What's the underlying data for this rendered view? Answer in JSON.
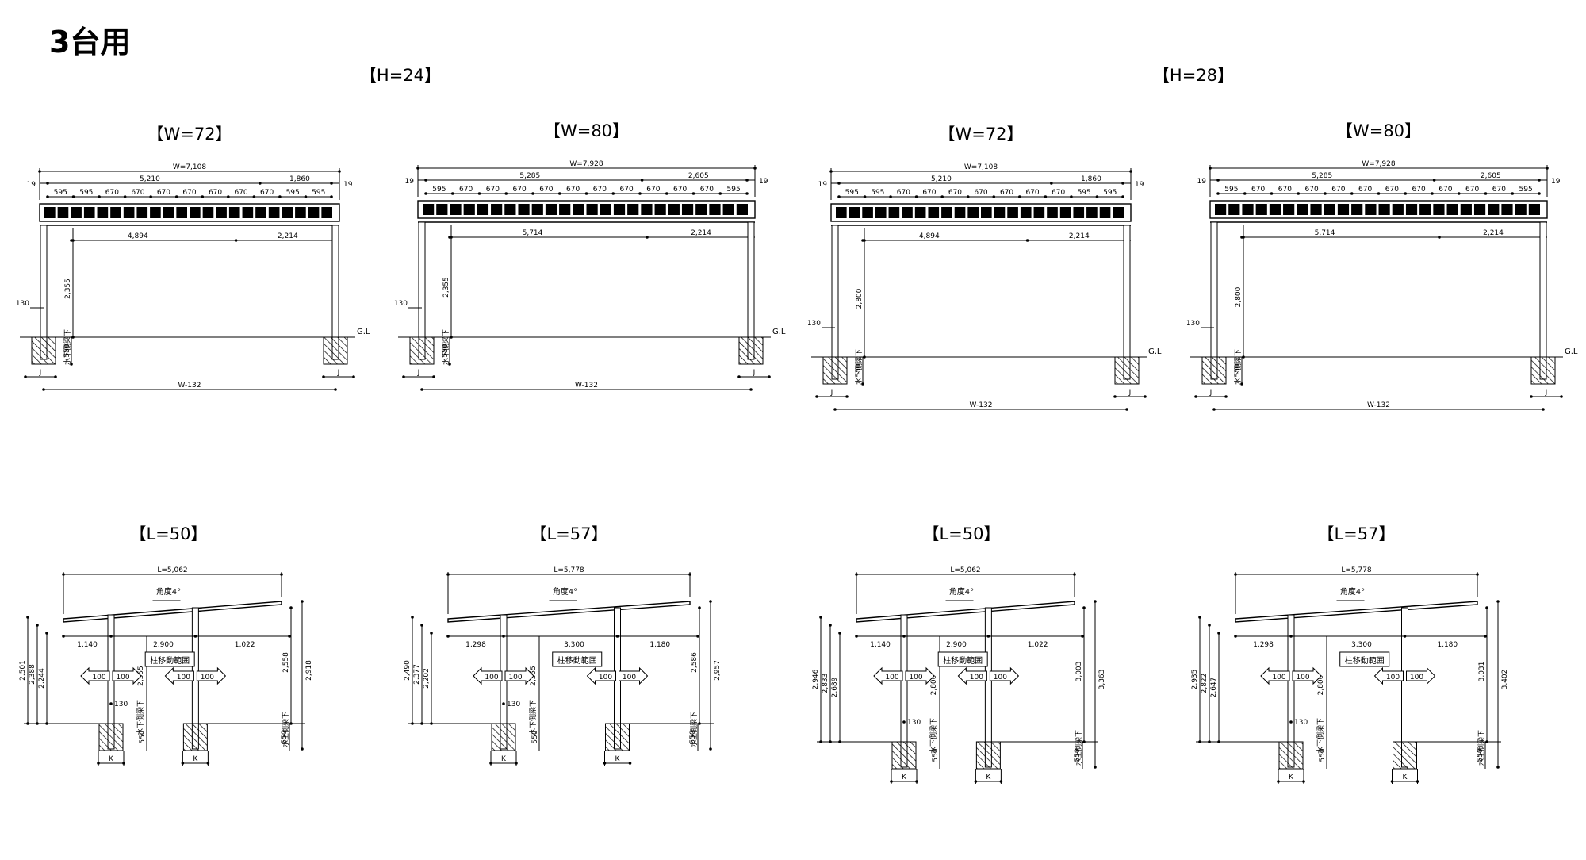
{
  "title": "3台用",
  "groups": [
    "【H=24】",
    "【H=28】"
  ],
  "front_views": [
    {
      "label": "【W=72】",
      "total": "W=7,108",
      "seg_left": "5,210",
      "seg_right": "1,860",
      "end": "19",
      "spacing": [
        "595",
        "595",
        "670",
        "670",
        "670",
        "670",
        "670",
        "670",
        "670",
        "595",
        "595"
      ],
      "beam_left": "4,894",
      "beam_right": "2,214",
      "height": "2,355",
      "side_text": "水下側梁下",
      "pad": "130",
      "gl": "G.L",
      "depth": "550",
      "post": "J",
      "bottom": "W-132"
    },
    {
      "label": "【W=80】",
      "total": "W=7,928",
      "seg_left": "5,285",
      "seg_right": "2,605",
      "end": "19",
      "spacing": [
        "595",
        "670",
        "670",
        "670",
        "670",
        "670",
        "670",
        "670",
        "670",
        "670",
        "670",
        "595"
      ],
      "beam_left": "5,714",
      "beam_right": "2,214",
      "height": "2,355",
      "side_text": "水下側梁下",
      "pad": "130",
      "gl": "G.L",
      "depth": "550",
      "post": "J",
      "bottom": "W-132"
    },
    {
      "label": "【W=72】",
      "total": "W=7,108",
      "seg_left": "5,210",
      "seg_right": "1,860",
      "end": "19",
      "spacing": [
        "595",
        "595",
        "670",
        "670",
        "670",
        "670",
        "670",
        "670",
        "670",
        "595",
        "595"
      ],
      "beam_left": "4,894",
      "beam_right": "2,214",
      "height": "2,800",
      "side_text": "水下側梁下",
      "pad": "130",
      "gl": "G.L",
      "depth": "550",
      "post": "J",
      "bottom": "W-132"
    },
    {
      "label": "【W=80】",
      "total": "W=7,928",
      "seg_left": "5,285",
      "seg_right": "2,605",
      "end": "19",
      "spacing": [
        "595",
        "670",
        "670",
        "670",
        "670",
        "670",
        "670",
        "670",
        "670",
        "670",
        "670",
        "595"
      ],
      "beam_left": "5,714",
      "beam_right": "2,214",
      "height": "2,800",
      "side_text": "水下側梁下",
      "pad": "130",
      "gl": "G.L",
      "depth": "550",
      "post": "J",
      "bottom": "W-132"
    }
  ],
  "side_views": [
    {
      "label": "【L=50】",
      "length": "L=5,062",
      "angle": "角度4°",
      "left_dims": [
        "2,501",
        "2,388",
        "2,244"
      ],
      "seg_a": "1,140",
      "seg_b": "2,900",
      "seg_c": "1,022",
      "low_height": "2,355",
      "low_text": "水下側梁下",
      "high_text": "水上側梁下",
      "high_height": "2,558",
      "overall": "2,918",
      "range": "柱移動範囲",
      "arrow": "100",
      "pad": "130",
      "depth": "550",
      "post": "K"
    },
    {
      "label": "【L=57】",
      "length": "L=5,778",
      "angle": "角度4°",
      "left_dims": [
        "2,490",
        "2,377",
        "2,202"
      ],
      "seg_a": "1,298",
      "seg_b": "3,300",
      "seg_c": "1,180",
      "low_height": "2,355",
      "low_text": "水下側梁下",
      "high_text": "水上側梁下",
      "high_height": "2,586",
      "overall": "2,957",
      "range": "柱移動範囲",
      "arrow": "100",
      "pad": "130",
      "depth": "550",
      "post": "K"
    },
    {
      "label": "【L=50】",
      "length": "L=5,062",
      "angle": "角度4°",
      "left_dims": [
        "2,946",
        "2,833",
        "2,689"
      ],
      "seg_a": "1,140",
      "seg_b": "2,900",
      "seg_c": "1,022",
      "low_height": "2,800",
      "low_text": "水下側梁下",
      "high_text": "水上側梁下",
      "high_height": "3,003",
      "overall": "3,363",
      "range": "柱移動範囲",
      "arrow": "100",
      "pad": "130",
      "depth": "550",
      "post": "K"
    },
    {
      "label": "【L=57】",
      "length": "L=5,778",
      "angle": "角度4°",
      "left_dims": [
        "2,935",
        "2,822",
        "2,647"
      ],
      "seg_a": "1,298",
      "seg_b": "3,300",
      "seg_c": "1,180",
      "low_height": "2,800",
      "low_text": "水下側梁下",
      "high_text": "水上側梁下",
      "high_height": "3,031",
      "overall": "3,402",
      "range": "柱移動範囲",
      "arrow": "100",
      "pad": "130",
      "depth": "550",
      "post": "K"
    }
  ]
}
